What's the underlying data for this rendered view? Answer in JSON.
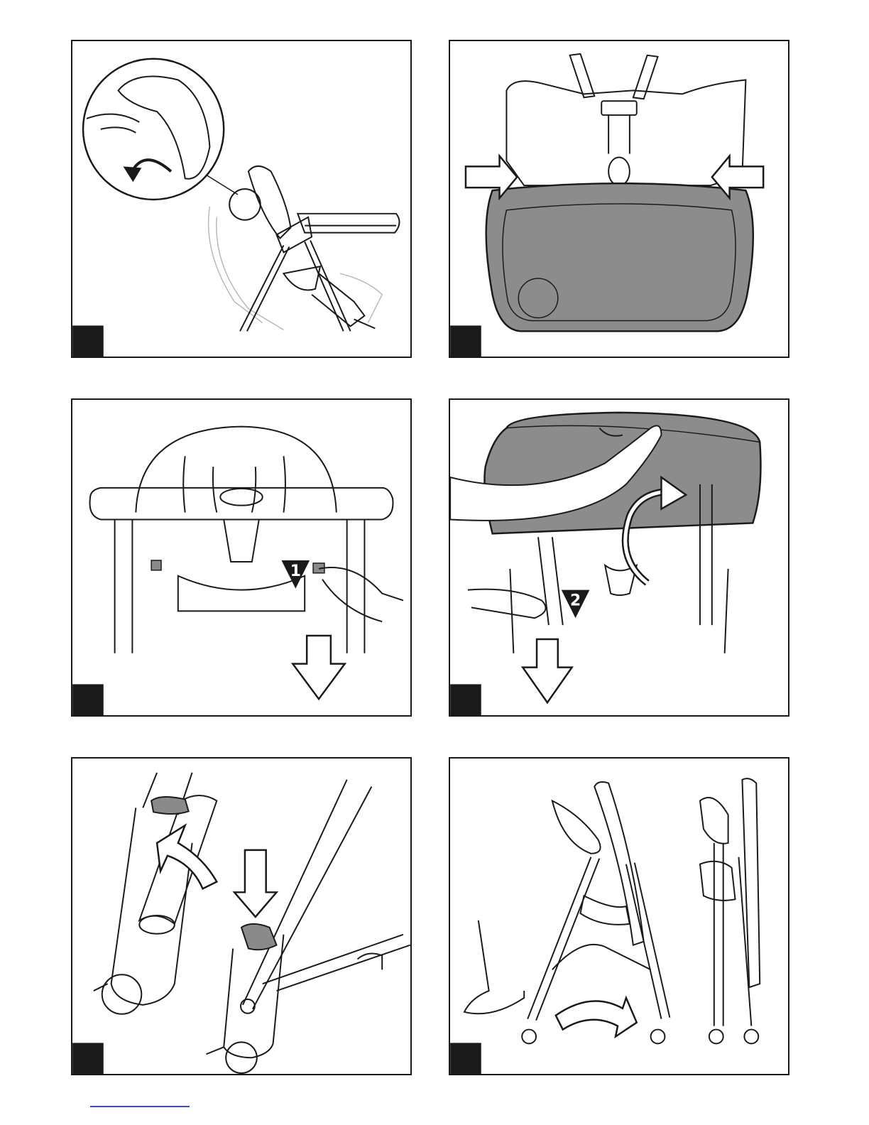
{
  "page": {
    "type": "instruction-illustration-sheet",
    "panel_count": 6
  },
  "panels": [
    {
      "id": "recline-backrest",
      "callouts": []
    },
    {
      "id": "attach-tray",
      "callouts": []
    },
    {
      "id": "release-tray-step-1",
      "callouts": [
        {
          "label": "1"
        }
      ]
    },
    {
      "id": "remove-tray-step-2",
      "callouts": [
        {
          "label": "2"
        }
      ]
    },
    {
      "id": "unlock-frame",
      "callouts": []
    },
    {
      "id": "fold-chair",
      "callouts": []
    }
  ],
  "colors": {
    "line": "#1a1a1a",
    "tray_fill": "#8c8c8c",
    "lever_fill": "#8a8a8a",
    "ghost_line": "#b8b8b8",
    "footer_rule": "#3c4bd6"
  },
  "icons": [
    "curved-arrow-icon",
    "push-arrow-icon",
    "down-arrow-icon",
    "rotate-arrow-icon",
    "fold-arrow-icon"
  ]
}
